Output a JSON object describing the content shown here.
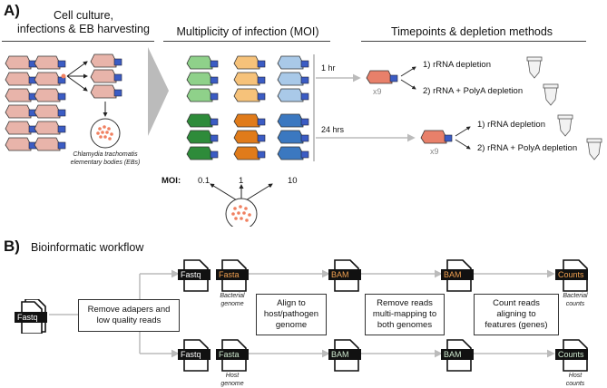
{
  "panelA": {
    "letter": "A)",
    "col1_title_line1": "Cell culture,",
    "col1_title_line2": "infections & EB harvesting",
    "col2_title": "Multiplicity of infection (MOI)",
    "col3_title": "Timepoints & depletion methods",
    "eb_caption_line1": "Chlamydia trachomatis",
    "eb_caption_line2": "elementary bodies (EBs)",
    "moi_label": "MOI:",
    "moi_values": [
      "0.1",
      "1",
      "10"
    ],
    "timepoint_1": "1 hr",
    "timepoint_2": "24 hrs",
    "multiplier": "x9",
    "depletion_1": "1)  rRNA depletion",
    "depletion_2": "2)  rRNA + PolyA depletion"
  },
  "panelB": {
    "letter": "B)",
    "title": "Bioinformatic workflow",
    "file_fastq": "Fastq",
    "file_fasta": "Fasta",
    "file_bam": "BAM",
    "file_counts": "Counts",
    "box_remove_adapters_line1": "Remove adapers and",
    "box_remove_adapters_line2": "low quality reads",
    "box_align_line1": "Align to",
    "box_align_line2": "host/pathogen",
    "box_align_line3": "genome",
    "box_multimap_line1": "Remove reads",
    "box_multimap_line2": "multi-mapping to",
    "box_multimap_line3": "both genomes",
    "box_count_line1": "Count reads",
    "box_count_line2": "aligning to",
    "box_count_line3": "features (genes)",
    "cap_bacterial_genome_1": "Bacterial",
    "cap_bacterial_genome_2": "genome",
    "cap_host_genome_1": "Host",
    "cap_host_genome_2": "genome",
    "cap_bacterial_counts_1": "Bacterial",
    "cap_bacterial_counts_2": "counts",
    "cap_host_counts_1": "Host",
    "cap_host_counts_2": "counts"
  },
  "colors": {
    "flask_pink": "#e8b4aa",
    "flask_cap": "#3b5cc4",
    "green_light": "#8fd18a",
    "green_dark": "#2e8b3a",
    "orange_light": "#f6c27a",
    "orange_dark": "#e07b1a",
    "blue_light": "#a9c9e8",
    "blue_dark": "#3b78c0",
    "eb_dot": "#f08060",
    "arrow_gray": "#bbbbbb"
  }
}
